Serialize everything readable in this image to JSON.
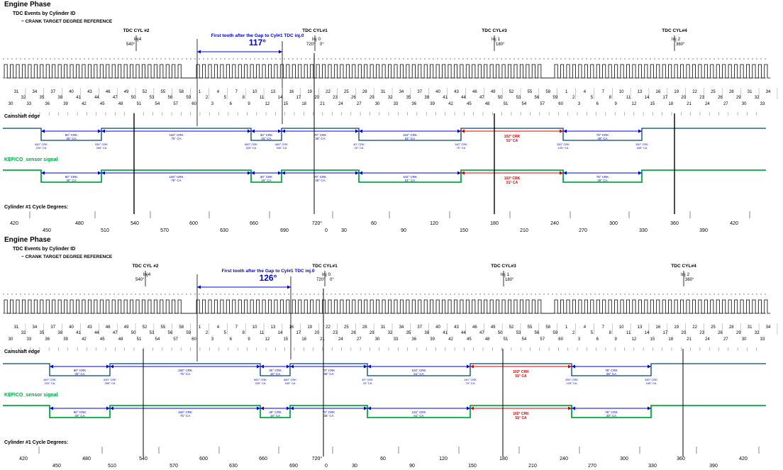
{
  "colors": {
    "blue": "#0000dd",
    "red": "#dd0000",
    "green": "#00aa44",
    "cam": "#004466",
    "black": "#000000",
    "grey": "#666666"
  },
  "panels": [
    {
      "title": "Engine Phase",
      "subtitle": "TDC Events by Cylinder ID",
      "reference": "~  CRANK TARGET DEGREE REFERENCE",
      "tdc_labels": [
        "TDC CYL #2",
        "TDC CYL#1",
        "TDC CYL#3",
        "TDC CYL#4"
      ],
      "inj_labels": [
        "Inj4",
        "Inj 0",
        "Inj 1",
        "Inj 2"
      ],
      "tdc_deg_labels": [
        "540°",
        "720°",
        "0°",
        "180°",
        "360°"
      ],
      "gap_note": "First tooth after the Gap to Cyl#1 TDC inj.0",
      "gap_angle": "117°",
      "tooth_row_top": [
        "31",
        "34",
        "37",
        "40",
        "43",
        "46",
        "49",
        "52",
        "55",
        "58",
        "1",
        "4",
        "7",
        "10",
        "13",
        "16",
        "19",
        "22",
        "25",
        "28",
        "31",
        "34",
        "37",
        "40",
        "43",
        "46",
        "49",
        "52",
        "55",
        "58",
        "1",
        "4",
        "7",
        "10",
        "13",
        "16",
        "19",
        "22",
        "25",
        "28",
        "31",
        "34"
      ],
      "tooth_row_mid": [
        "32",
        "35",
        "38",
        "41",
        "44",
        "47",
        "50",
        "53",
        "56",
        "59",
        "2",
        "5",
        "8",
        "11",
        "14",
        "17",
        "20",
        "23",
        "26",
        "29",
        "32",
        "35",
        "38",
        "41",
        "44",
        "47",
        "50",
        "53",
        "56",
        "59",
        "2",
        "5",
        "8",
        "11",
        "14",
        "17",
        "20",
        "23",
        "26",
        "29",
        "32"
      ],
      "tooth_row_bot": [
        "30",
        "33",
        "36",
        "39",
        "42",
        "45",
        "48",
        "51",
        "54",
        "57",
        "60",
        "3",
        "6",
        "9",
        "12",
        "15",
        "18",
        "21",
        "24",
        "27",
        "30",
        "33",
        "36",
        "39",
        "42",
        "45",
        "48",
        "51",
        "54",
        "57",
        "60",
        "3",
        "6",
        "9",
        "12",
        "15",
        "18",
        "21",
        "24",
        "27",
        "30",
        "33"
      ],
      "cam_label": "Camshaft edge",
      "sensor_label": "KEFICO_sensor signal",
      "cycle_label": "Cylinder #1 Cycle Degrees:",
      "cycle_row_a": [
        "420",
        "480",
        "540",
        "600",
        "660",
        "720°",
        "60",
        "120",
        "180",
        "240",
        "300",
        "360",
        "420"
      ],
      "cycle_row_b": [
        "450",
        "510",
        "570",
        "630",
        "690",
        "0",
        "30",
        "90",
        "150",
        "210",
        "270",
        "330",
        "390"
      ],
      "cam_seg_labels": [
        [
          "90° CRK",
          "30° CA"
        ],
        [
          "150° CRK",
          "75° CA"
        ],
        [
          "30° CRK",
          "15° CA"
        ],
        [
          "70° CRK",
          "35° CA"
        ],
        [
          "102° CRK",
          "51° CA"
        ],
        [
          "78° CRK",
          "39° CA"
        ]
      ],
      "cam_edge_labels": [
        [
          "440° CRK",
          "220° CA"
        ],
        [
          "530° CRK",
          "265° CA"
        ],
        [
          "650° CRK",
          "325° CA"
        ],
        [
          "680° CRK",
          "340° CA"
        ],
        [
          "40° CRK",
          "20° CA"
        ],
        [
          "140° CRK",
          "70° CA"
        ],
        [
          "250° CRK",
          "125° CA"
        ],
        [
          "330° CRK",
          "165° CA"
        ]
      ],
      "red_label": [
        "102° CRK",
        "51° CA"
      ]
    },
    {
      "title": "Engine Phase",
      "subtitle": "TDC Events by Cylinder ID",
      "reference": "~  CRANK TARGET DEGREE REFERENCE",
      "tdc_labels": [
        "TDC CYL #2",
        "TDC CYL#1",
        "TDC CYL#3",
        "TDC CYL#4"
      ],
      "inj_labels": [
        "Inj4",
        "Inj 0",
        "Inj 1",
        "Inj 2"
      ],
      "tdc_deg_labels": [
        "540°",
        "720°",
        "0°",
        "180°",
        "360°"
      ],
      "gap_note": "First tooth after the Gap to Cyl#1 TDC inj.0",
      "gap_angle": "126°",
      "tooth_row_top": [
        "31",
        "34",
        "37",
        "40",
        "43",
        "46",
        "49",
        "52",
        "55",
        "58",
        "1",
        "4",
        "7",
        "10",
        "13",
        "16",
        "19",
        "22",
        "25",
        "28",
        "31",
        "34",
        "37",
        "40",
        "43",
        "46",
        "49",
        "52",
        "55",
        "58",
        "1",
        "4",
        "7",
        "10",
        "13",
        "16",
        "19",
        "22",
        "25",
        "28",
        "31",
        "34"
      ],
      "tooth_row_mid": [
        "32",
        "35",
        "38",
        "41",
        "44",
        "47",
        "50",
        "53",
        "56",
        "59",
        "2",
        "5",
        "8",
        "11",
        "14",
        "17",
        "20",
        "23",
        "26",
        "29",
        "32",
        "35",
        "38",
        "41",
        "44",
        "47",
        "50",
        "53",
        "56",
        "59",
        "2",
        "5",
        "8",
        "11",
        "14",
        "17",
        "20",
        "23",
        "26",
        "29",
        "32"
      ],
      "tooth_row_bot": [
        "30",
        "33",
        "36",
        "39",
        "42",
        "45",
        "48",
        "51",
        "54",
        "57",
        "60",
        "3",
        "6",
        "9",
        "12",
        "15",
        "18",
        "21",
        "24",
        "27",
        "30",
        "33",
        "36",
        "39",
        "42",
        "45",
        "48",
        "51",
        "54",
        "57",
        "60",
        "3",
        "6",
        "9",
        "12",
        "15",
        "18",
        "21",
        "24",
        "27",
        "30",
        "33"
      ],
      "cam_label": "Camshaft edge",
      "sensor_label": "KEFICO_sensor signal",
      "cycle_label": "Cylinder #1 Cycle Degrees:",
      "cycle_row_a": [
        "420",
        "480",
        "540",
        "600",
        "660",
        "720°",
        "60",
        "120",
        "180",
        "240",
        "300",
        "360",
        "420"
      ],
      "cycle_row_b": [
        "450",
        "510",
        "570",
        "630",
        "690",
        "0",
        "30",
        "90",
        "150",
        "210",
        "270",
        "330",
        "390"
      ],
      "cam_seg_labels": [
        [
          "90° CRK",
          "30° CA"
        ],
        [
          "150° CRK",
          "75° CA"
        ],
        [
          "30° CRK",
          "15° CA"
        ],
        [
          "70° CRK",
          "35° CA"
        ],
        [
          "102° CRK",
          "51° CA"
        ],
        [
          "78° CRK",
          "39° CA"
        ]
      ],
      "cam_edge_labels": [
        [
          "440° CRK",
          "220° CA"
        ],
        [
          "530° CRK",
          "265° CA"
        ],
        [
          "650° CRK",
          "325° CA"
        ],
        [
          "680° CRK",
          "340° CA"
        ],
        [
          "40° CRK",
          "20° CA"
        ],
        [
          "140° CRK",
          "70° CA"
        ],
        [
          "250° CRK",
          "125° CA"
        ],
        [
          "330° CRK",
          "165° CA"
        ]
      ],
      "red_label": [
        "102° CRK",
        "51° CA"
      ]
    }
  ]
}
